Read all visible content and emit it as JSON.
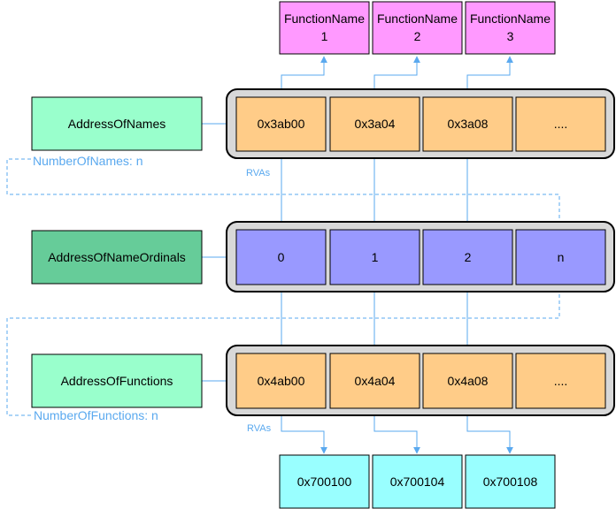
{
  "function_names": [
    {
      "line1": "FunctionName",
      "line2": "1"
    },
    {
      "line1": "FunctionName",
      "line2": "2"
    },
    {
      "line1": "FunctionName",
      "line2": "3"
    }
  ],
  "names_array": {
    "label": "AddressOfNames",
    "cells": [
      "0x3ab00",
      "0x3a04",
      "0x3a08",
      "...."
    ],
    "count_label": "NumberOfNames: n",
    "rva_label": "RVAs"
  },
  "ordinals_array": {
    "label": "AddressOfNameOrdinals",
    "cells": [
      "0",
      "1",
      "2",
      "n"
    ]
  },
  "functions_array": {
    "label": "AddressOfFunctions",
    "cells": [
      "0x4ab00",
      "0x4a04",
      "0x4a08",
      "...."
    ],
    "count_label": "NumberOfFunctions: n",
    "rva_label": "RVAs"
  },
  "function_addresses": [
    "0x700100",
    "0x700104",
    "0x700108"
  ],
  "colors": {
    "function_name_fill": "#ff99ff",
    "label_fill": "#99ffcc",
    "ordinals_label_fill": "#66cc99",
    "cell_fill": "#ffcc88",
    "ordinal_cell_fill": "#9999ff",
    "container_fill": "#d8d8d8",
    "address_fill": "#99ffff",
    "arrow": "#5aa9ef"
  }
}
